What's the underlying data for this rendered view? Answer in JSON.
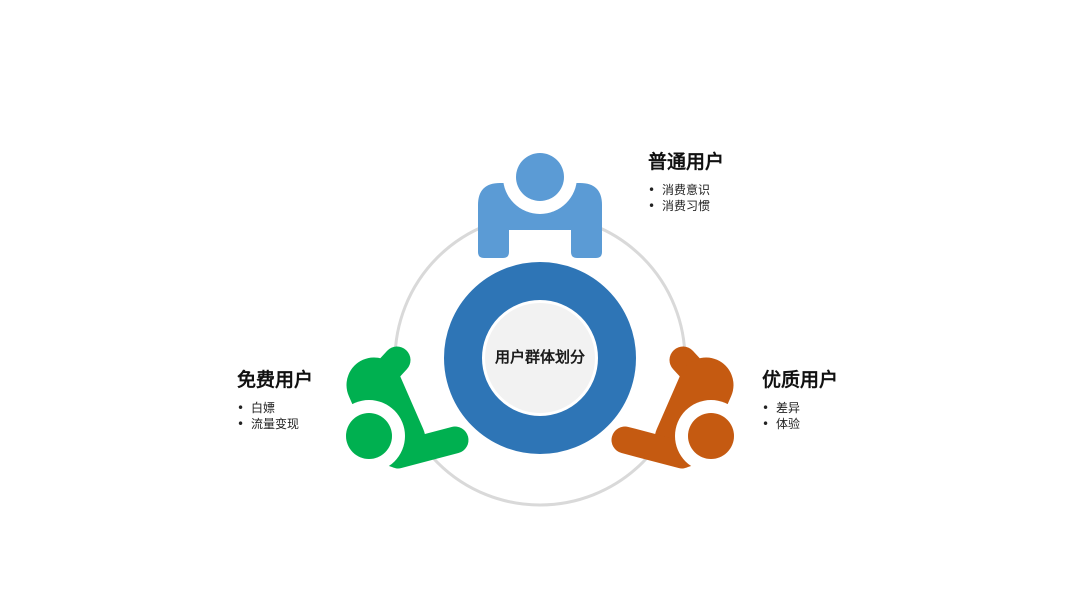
{
  "center": {
    "label": "用户群体划分"
  },
  "groups": {
    "common": {
      "title": "普通用户",
      "items": [
        "消费意识",
        "消费习惯"
      ]
    },
    "free": {
      "title": "免费用户",
      "items": [
        "白嫖",
        "流量变现"
      ]
    },
    "premium": {
      "title": "优质用户",
      "items": [
        "差异",
        "体验"
      ]
    }
  },
  "colors": {
    "common": "#5B9BD5",
    "free": "#00B050",
    "premium": "#C55A11",
    "center_ring": "#2E75B6",
    "center_fill": "#F2F2F2",
    "orbit": "#D9D9D9"
  }
}
